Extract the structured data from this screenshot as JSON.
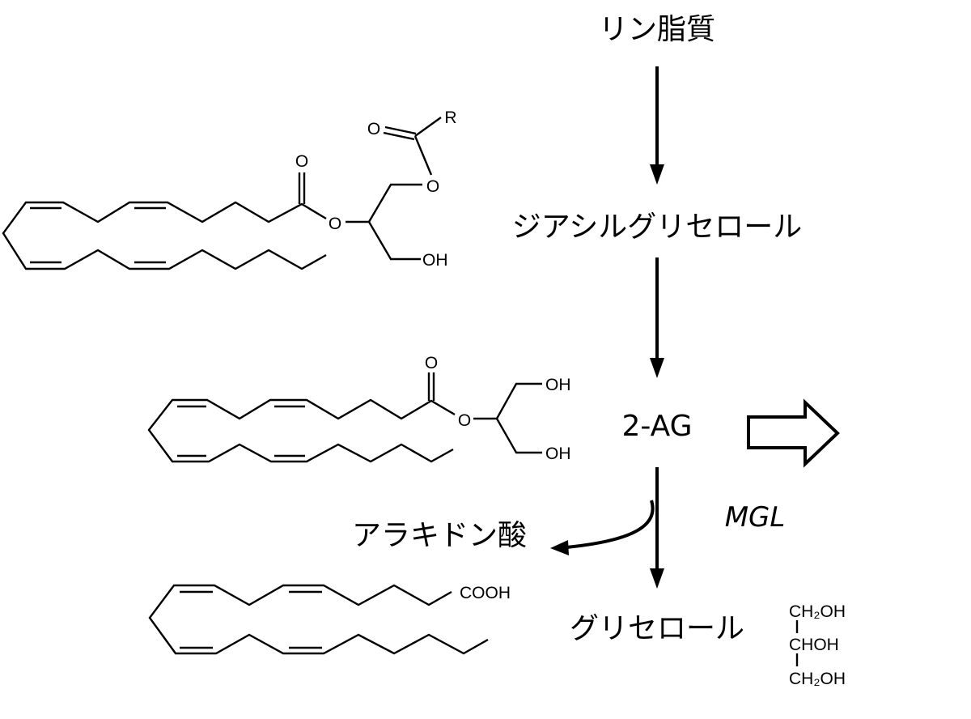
{
  "labels": {
    "phospholipid": "リン脂質",
    "diacylglycerol": "ジアシルグリセロール",
    "two_ag": "2-AG",
    "enzyme": "MGL",
    "arachidonic_acid": "アラキドン酸",
    "glycerol": "グリセロール"
  },
  "dag_structure": {
    "o_carbonyl": "O",
    "o_ester": "O",
    "o_ester2": "O",
    "o_carbonyl2": "O",
    "r_group": "R",
    "oh": "OH"
  },
  "two_ag_structure": {
    "o_carbonyl": "O",
    "o_ester": "O",
    "oh1": "OH",
    "oh2": "OH"
  },
  "aa_structure": {
    "cooh": "COOH"
  },
  "glycerol_formula": {
    "line1": "CH₂OH",
    "line2": "CHOH",
    "line3": "CH₂OH"
  }
}
